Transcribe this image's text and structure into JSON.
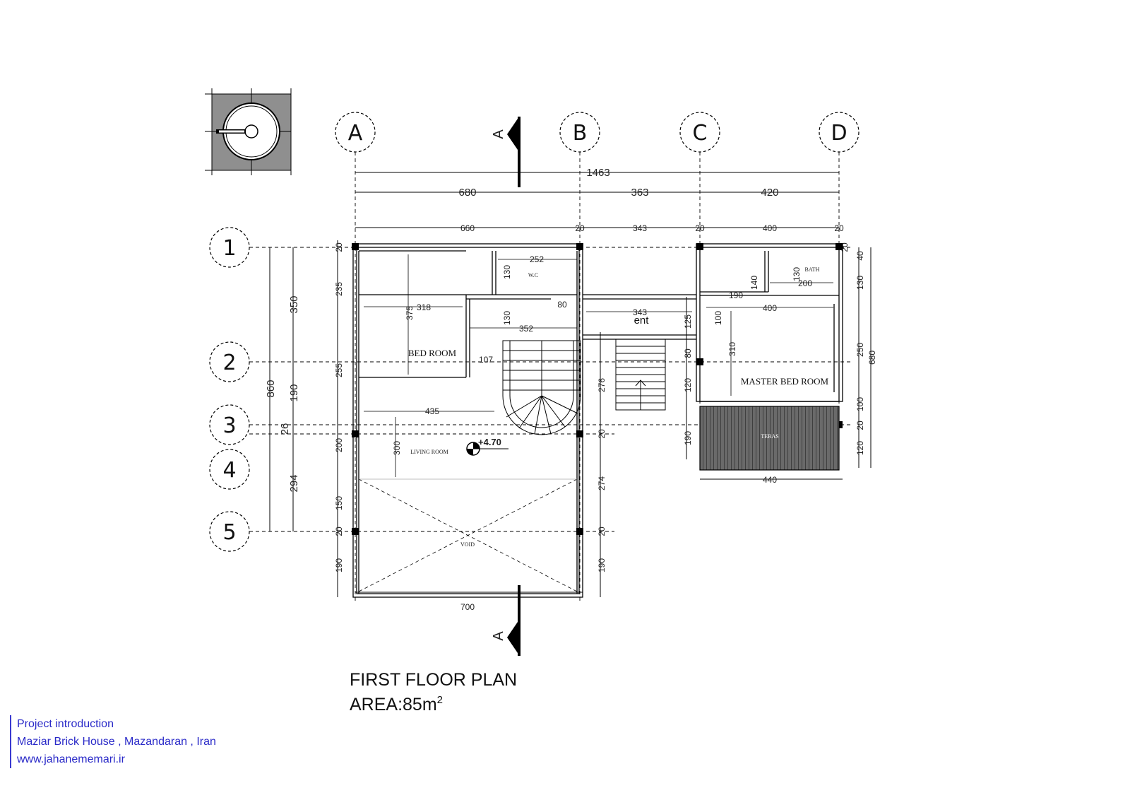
{
  "grid": {
    "columns": [
      "A",
      "B",
      "C",
      "D"
    ],
    "rows": [
      "1",
      "2",
      "3",
      "4",
      "5"
    ]
  },
  "dimensions": {
    "overall": "1463",
    "bay_ab": "680",
    "bay_bc": "363",
    "bay_cd": "420",
    "inner_ab": "660",
    "inner_bc": "343",
    "inner_cd": "400",
    "wall": "20",
    "left_total": "860",
    "left_12": "350",
    "left_23": "190",
    "left_34": "26",
    "left_45": "294",
    "left_a": "235",
    "left_b": "255",
    "left_c": "200",
    "left_d": "150",
    "left_e": "190",
    "bottom": "700",
    "wc_width": "252",
    "wc_depth": "130",
    "wc_door": "80",
    "bed_width": "318",
    "bed_depth": "375",
    "stair_width": "352",
    "stair_depth": "130",
    "gap": "107",
    "living_width": "435",
    "living_depth": "300",
    "ent_width": "343",
    "right_276": "276",
    "right_274": "274",
    "right_190": "190",
    "c_125": "125",
    "c_80": "80",
    "c_120": "120",
    "c_190": "190",
    "bath_width": "200",
    "bath_depth": "130",
    "master_width": "400",
    "master_190": "190",
    "master_140": "140",
    "master_100": "100",
    "master_310": "310",
    "terrace_width": "440",
    "d_40": "40",
    "d_130": "130",
    "d_250": "250",
    "d_100": "100",
    "d_20": "20",
    "d_120": "120",
    "d_total": "680"
  },
  "rooms": {
    "bed": "BED ROOM",
    "wc": "W.C",
    "living": "LIVING ROOM",
    "void": "VOID",
    "ent": "ent",
    "bath": "BATH",
    "master": "MASTER BED ROOM",
    "terrace": "TERAS"
  },
  "level": "+4.70",
  "section_marker": "A",
  "title": {
    "line1": "FIRST FLOOR PLAN",
    "line2_prefix": "AREA:85m",
    "line2_sup": "2"
  },
  "footer": {
    "line1": "Project introduction",
    "line2": "Maziar Brick House , Mazandaran , Iran",
    "line3": "www.jahanememari.ir"
  },
  "colors": {
    "footer_text": "#2a2ac8",
    "line": "#111111",
    "hatch": "#555555"
  }
}
